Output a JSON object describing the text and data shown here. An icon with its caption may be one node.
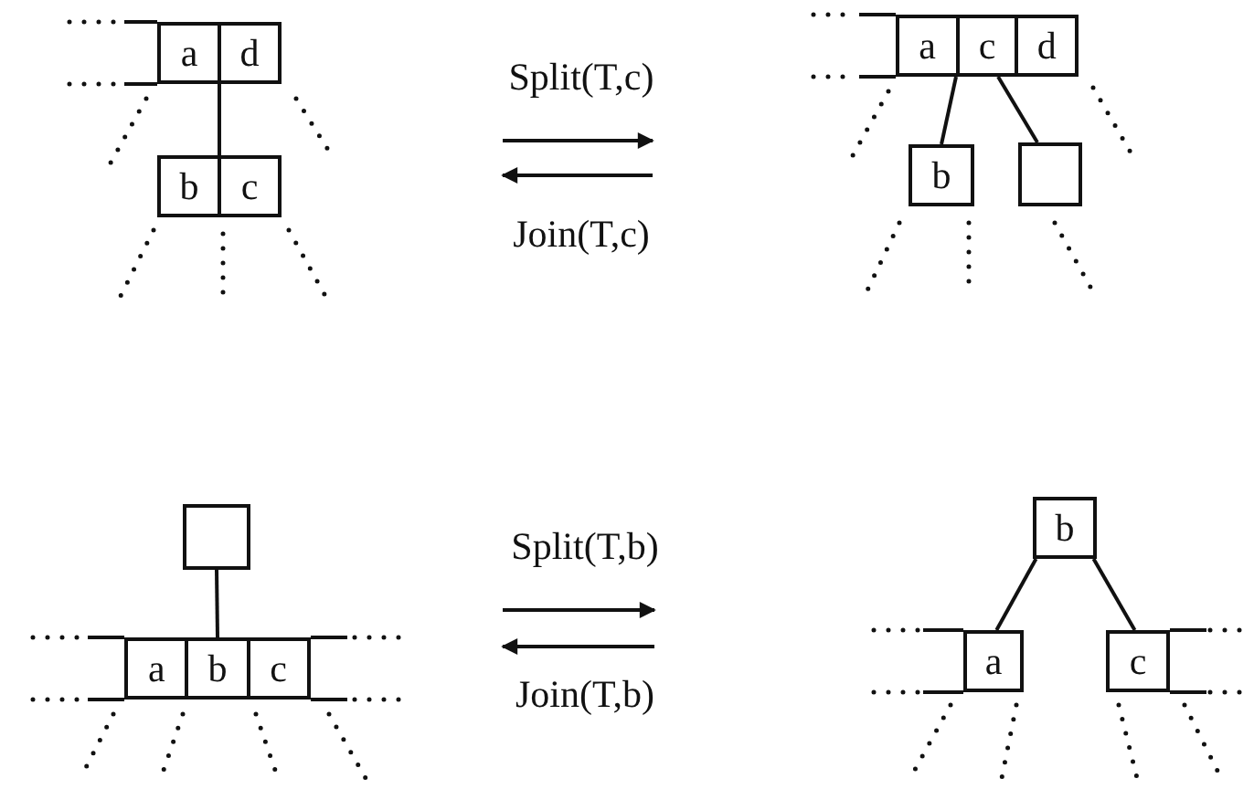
{
  "diagram": {
    "nodes": [
      {
        "text": [
          "a",
          "d"
        ]
      },
      {
        "text": [
          "b",
          "c"
        ]
      },
      {
        "text": [
          "a",
          "c",
          "d"
        ]
      },
      {
        "text": [
          "b"
        ]
      },
      {
        "text": [],
        "shape": "box"
      },
      {
        "text": [],
        "shape": "box"
      },
      {
        "text": [
          "a",
          "b",
          "c"
        ]
      },
      {
        "text": [
          "b"
        ]
      },
      {
        "text": [
          "a"
        ]
      },
      {
        "text": [
          "c"
        ]
      }
    ],
    "edges": [
      {
        "from": 0,
        "to": 1,
        "arrow": "none"
      },
      {
        "from": 2,
        "to": 3,
        "arrow": "none"
      },
      {
        "from": 2,
        "to": 4,
        "arrow": "none"
      },
      {
        "from": 5,
        "to": 6,
        "arrow": "none"
      },
      {
        "from": 7,
        "to": 8,
        "arrow": "none"
      },
      {
        "from": 7,
        "to": 9,
        "arrow": "none"
      }
    ],
    "labels": [
      "Split(T,c)",
      "Join(T,c)",
      "Split(T,b)",
      "Join(T,b)"
    ]
  }
}
